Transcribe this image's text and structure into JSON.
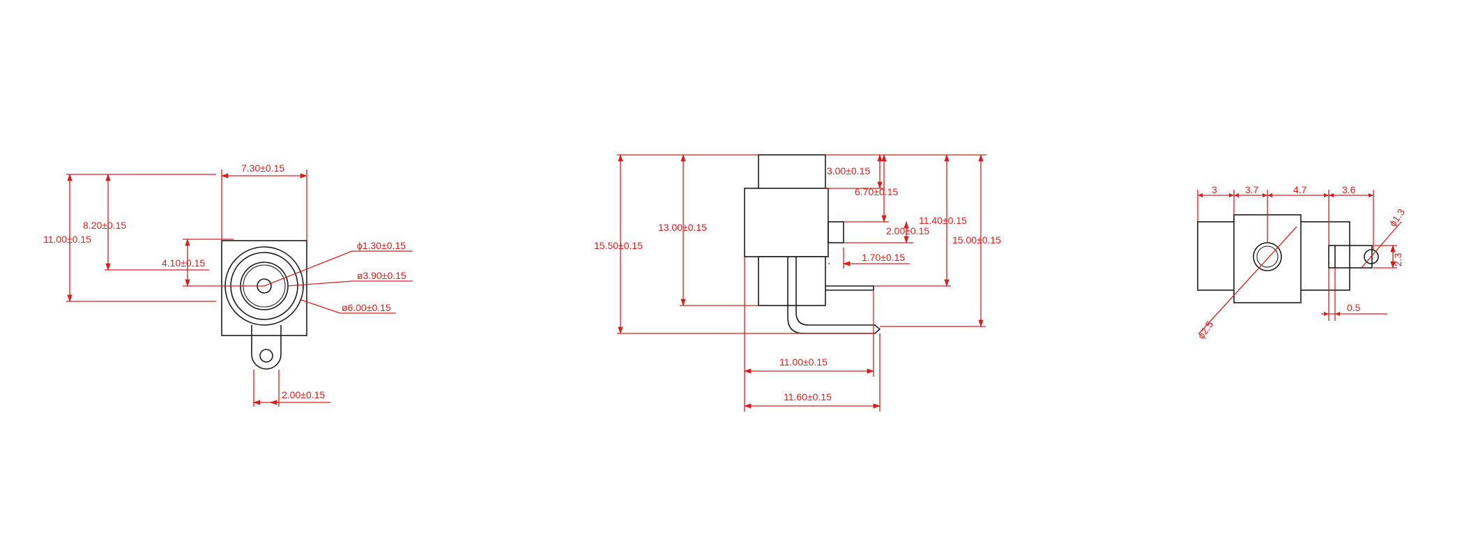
{
  "colors": {
    "dimension": "#d81e1e",
    "outline": "#1a1a1a",
    "background": "#ffffff"
  },
  "front_view": {
    "width": "7.30±0.15",
    "height": "11.00±0.15",
    "center_height": "8.20±0.15",
    "offset": "4.10±0.15",
    "pin_diameter": "ϕ1.30±0.15",
    "inner_diameter": "ø3.90±0.15",
    "outer_diameter": "ø6.00±0.15",
    "tab_width": "2.00±0.15"
  },
  "side_view": {
    "total_height": "15.50±0.15",
    "body_height": "13.00±0.15",
    "dim_3": "3.00±0.15",
    "dim_6_7": "6.70±0.15",
    "dim_11_4": "11.40±0.15",
    "dim_2": "2.00±0.15",
    "dim_15": "15.00±0.15",
    "dim_1_7": "1.70±0.15",
    "length_11": "11.00±0.15",
    "length_11_6": "11.60±0.15"
  },
  "top_view": {
    "seg_3": "3",
    "seg_3_7": "3.7",
    "seg_4_7": "4.7",
    "seg_3_6": "3.6",
    "hole_1_3": "ϕ1.3",
    "height_2_3": "2.3",
    "pin_0_5": "0.5",
    "hole_2_5": "ϕ2.5"
  }
}
